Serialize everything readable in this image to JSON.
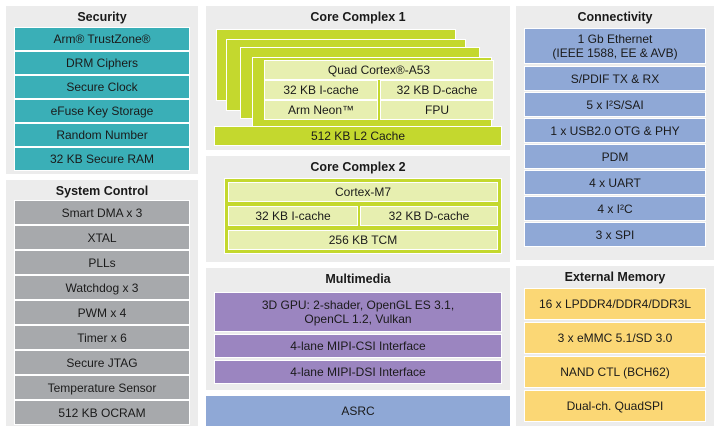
{
  "colors": {
    "panel": "#ececec",
    "security_block": "#3aafb7",
    "system_block": "#a7a9ac",
    "connectivity_block": "#8fa8d6",
    "memory_block": "#fbd775",
    "multimedia_block": "#9b85c0",
    "core_green": "#c4d82e",
    "core_light": "#e7efb0"
  },
  "security": {
    "title": "Security",
    "items": [
      "Arm® TrustZone®",
      "DRM Ciphers",
      "Secure Clock",
      "eFuse Key Storage",
      "Random Number",
      "32 KB Secure RAM"
    ]
  },
  "system_control": {
    "title": "System Control",
    "items": [
      "Smart DMA x 3",
      "XTAL",
      "PLLs",
      "Watchdog x 3",
      "PWM x 4",
      "Timer x 6",
      "Secure JTAG",
      "Temperature Sensor",
      "512 KB OCRAM"
    ]
  },
  "core1": {
    "title": "Core Complex 1",
    "cpu": "Quad Cortex®-A53",
    "icache": "32 KB I-cache",
    "dcache": "32 KB D-cache",
    "neon": "Arm Neon™",
    "fpu": "FPU",
    "l2": "512 KB L2 Cache"
  },
  "core2": {
    "title": "Core Complex 2",
    "cpu": "Cortex-M7",
    "icache": "32 KB I-cache",
    "dcache": "32 KB D-cache",
    "tcm": "256 KB TCM"
  },
  "multimedia": {
    "title": "Multimedia",
    "gpu_line1": "3D GPU: 2-shader, OpenGL ES 3.1,",
    "gpu_line2": "OpenCL 1.2, Vulkan",
    "csi": "4-lane MIPI-CSI Interface",
    "dsi": "4-lane MIPI-DSI Interface"
  },
  "asrc": "ASRC",
  "connectivity": {
    "title": "Connectivity",
    "eth_line1": "1 Gb Ethernet",
    "eth_line2": "(IEEE 1588, EE & AVB)",
    "items": [
      "S/PDIF TX & RX",
      "5 x I²S/SAI",
      "1 x USB2.0 OTG & PHY",
      "PDM",
      "4 x UART",
      "4 x I²C",
      "3 x SPI"
    ]
  },
  "external_memory": {
    "title": "External Memory",
    "items": [
      "16 x LPDDR4/DDR4/DDR3L",
      "3 x eMMC 5.1/SD 3.0",
      "NAND CTL (BCH62)",
      "Dual-ch. QuadSPI"
    ]
  }
}
